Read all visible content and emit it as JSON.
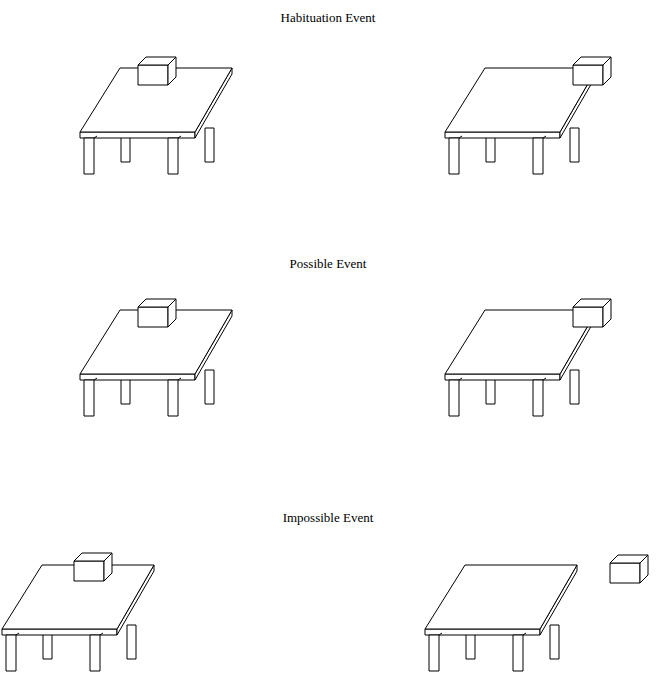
{
  "diagram": {
    "labels": [
      "Habituation Event",
      "Possible Event",
      "Impossible Event"
    ]
  }
}
